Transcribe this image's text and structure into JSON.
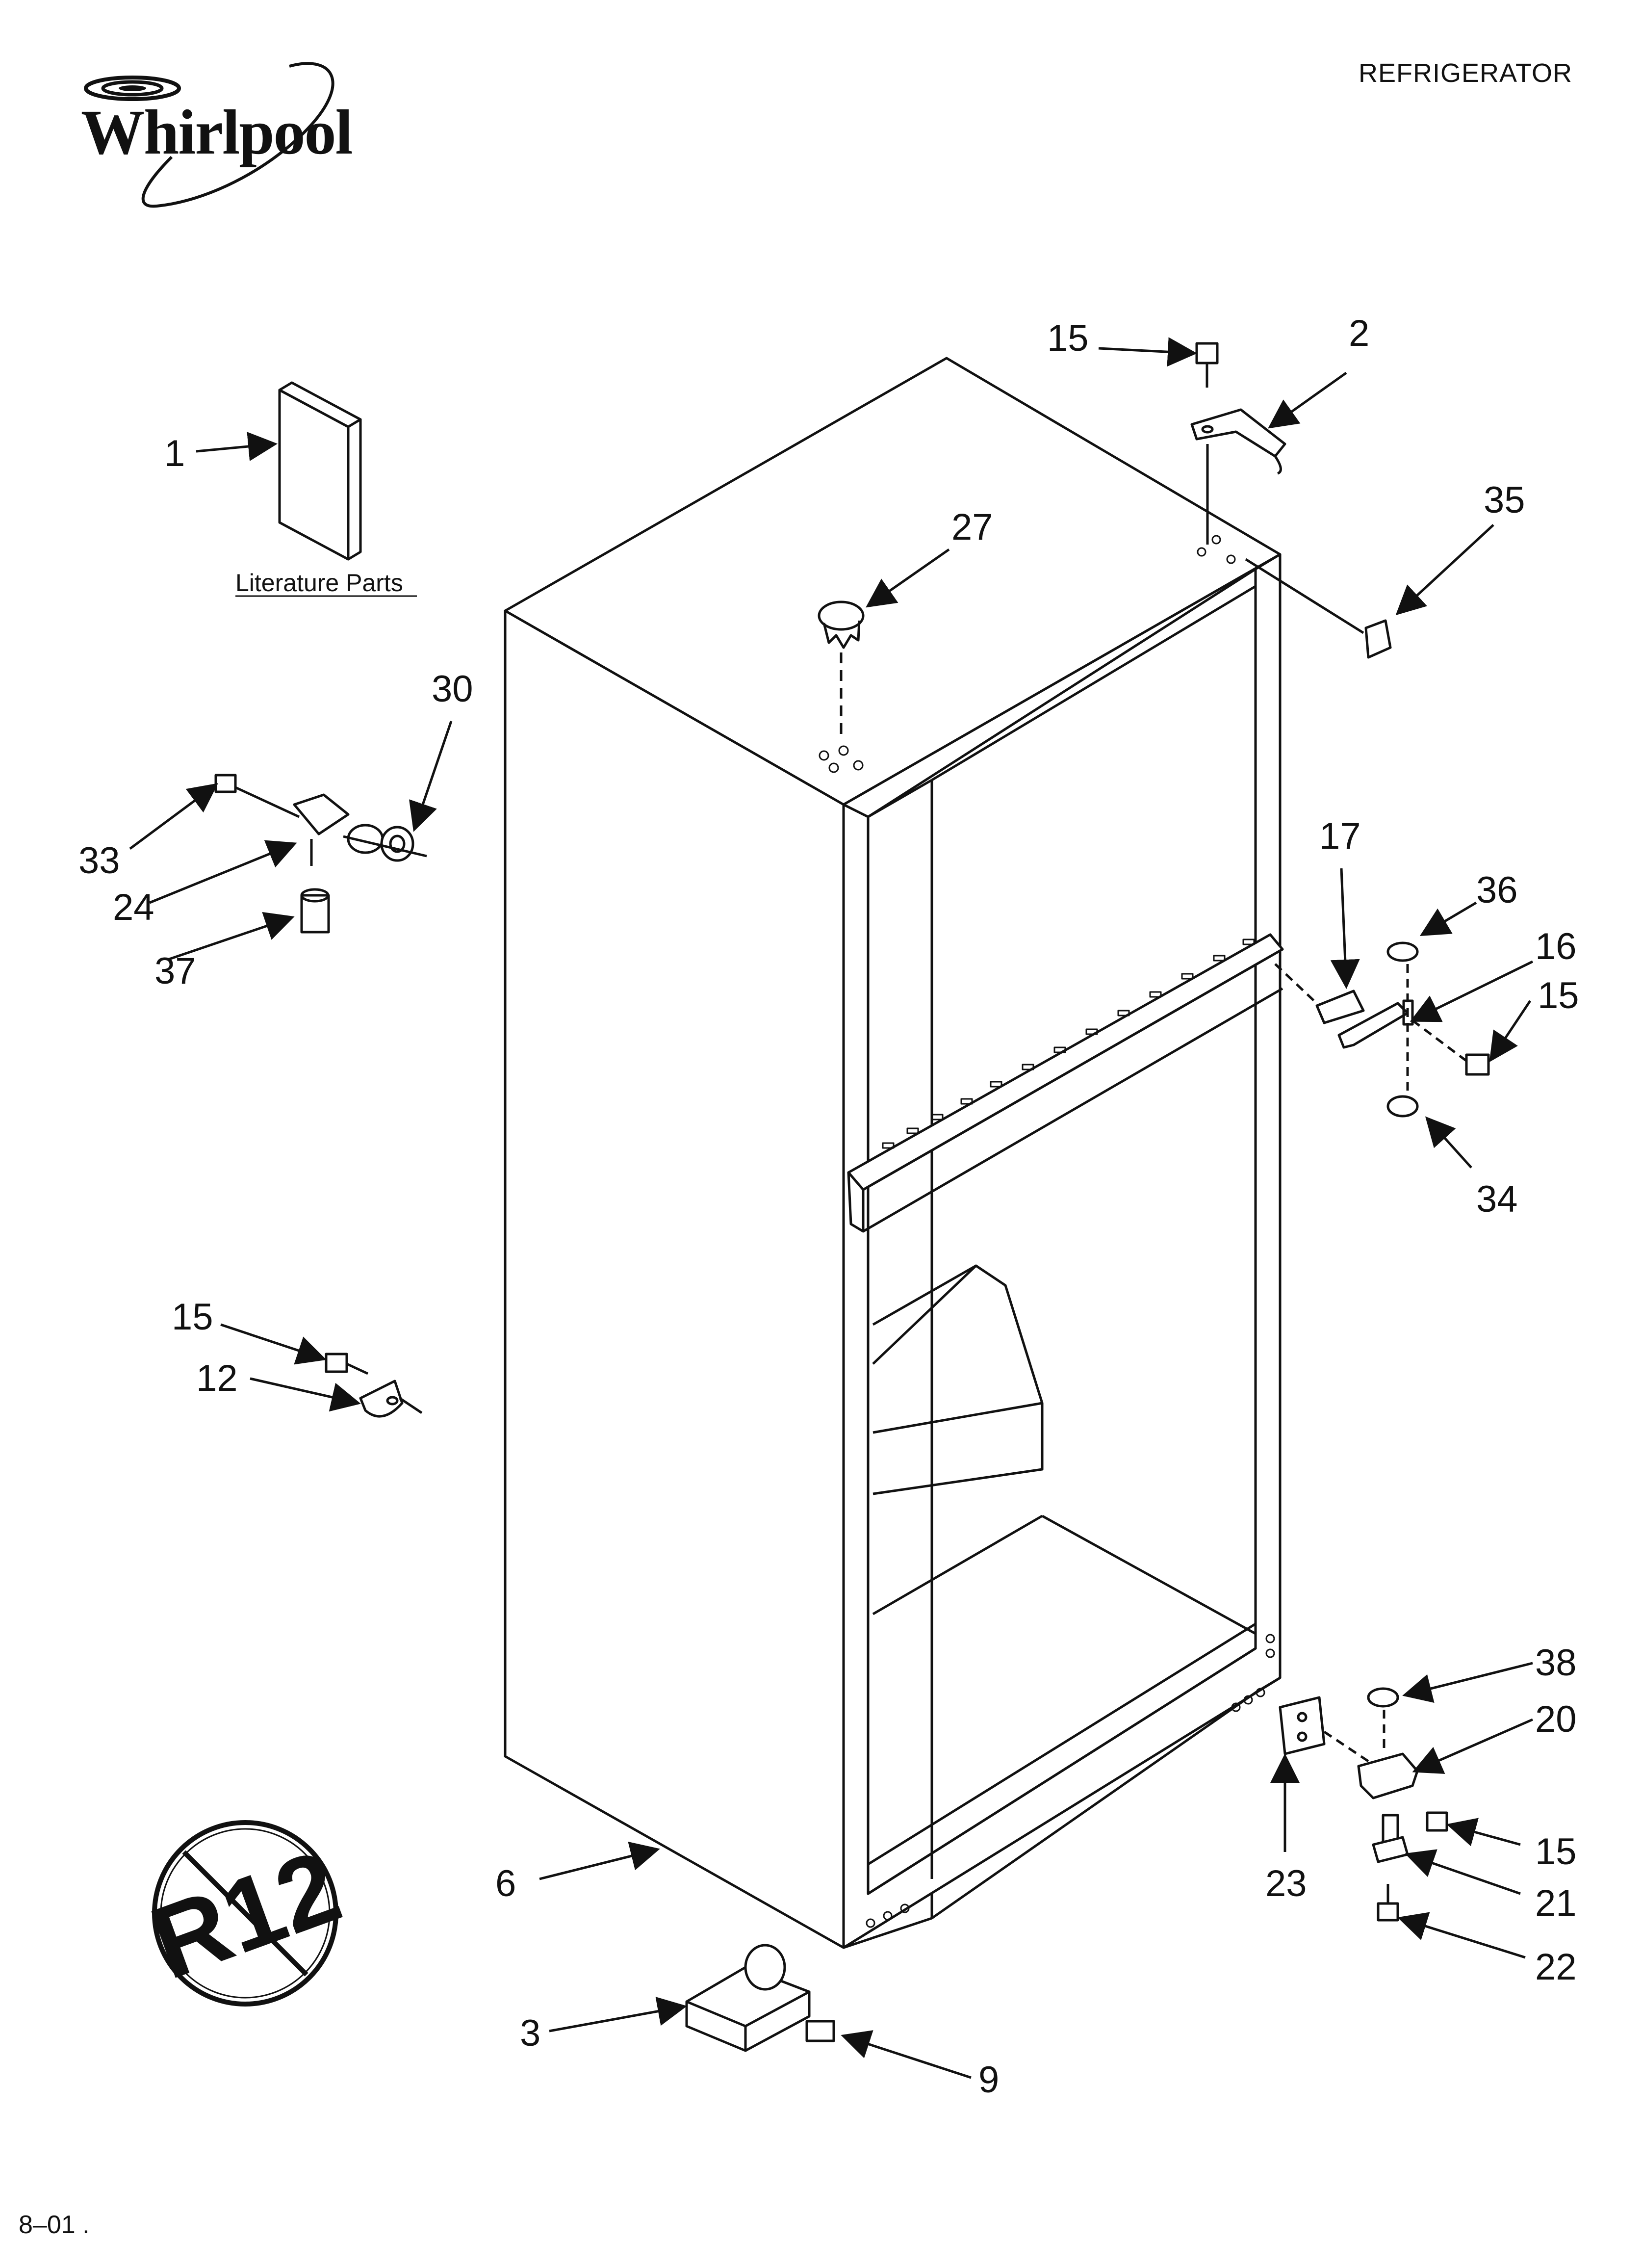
{
  "header": {
    "title": "REFRIGERATOR",
    "brand": "Whirlpool"
  },
  "literature_label": "Literature Parts",
  "footer": {
    "date": "8–01 ."
  },
  "badge": {
    "text": "R12"
  },
  "callouts": [
    {
      "id": "c1",
      "label": "1"
    },
    {
      "id": "c2",
      "label": "2"
    },
    {
      "id": "c3",
      "label": "3"
    },
    {
      "id": "c6",
      "label": "6"
    },
    {
      "id": "c9",
      "label": "9"
    },
    {
      "id": "c12",
      "label": "12"
    },
    {
      "id": "c15a",
      "label": "15"
    },
    {
      "id": "c15b",
      "label": "15"
    },
    {
      "id": "c15c",
      "label": "15"
    },
    {
      "id": "c15d",
      "label": "15"
    },
    {
      "id": "c16",
      "label": "16"
    },
    {
      "id": "c17",
      "label": "17"
    },
    {
      "id": "c20",
      "label": "20"
    },
    {
      "id": "c21",
      "label": "21"
    },
    {
      "id": "c22",
      "label": "22"
    },
    {
      "id": "c23",
      "label": "23"
    },
    {
      "id": "c24",
      "label": "24"
    },
    {
      "id": "c27",
      "label": "27"
    },
    {
      "id": "c30",
      "label": "30"
    },
    {
      "id": "c33",
      "label": "33"
    },
    {
      "id": "c34",
      "label": "34"
    },
    {
      "id": "c35",
      "label": "35"
    },
    {
      "id": "c36",
      "label": "36"
    },
    {
      "id": "c37",
      "label": "37"
    },
    {
      "id": "c38",
      "label": "38"
    }
  ]
}
